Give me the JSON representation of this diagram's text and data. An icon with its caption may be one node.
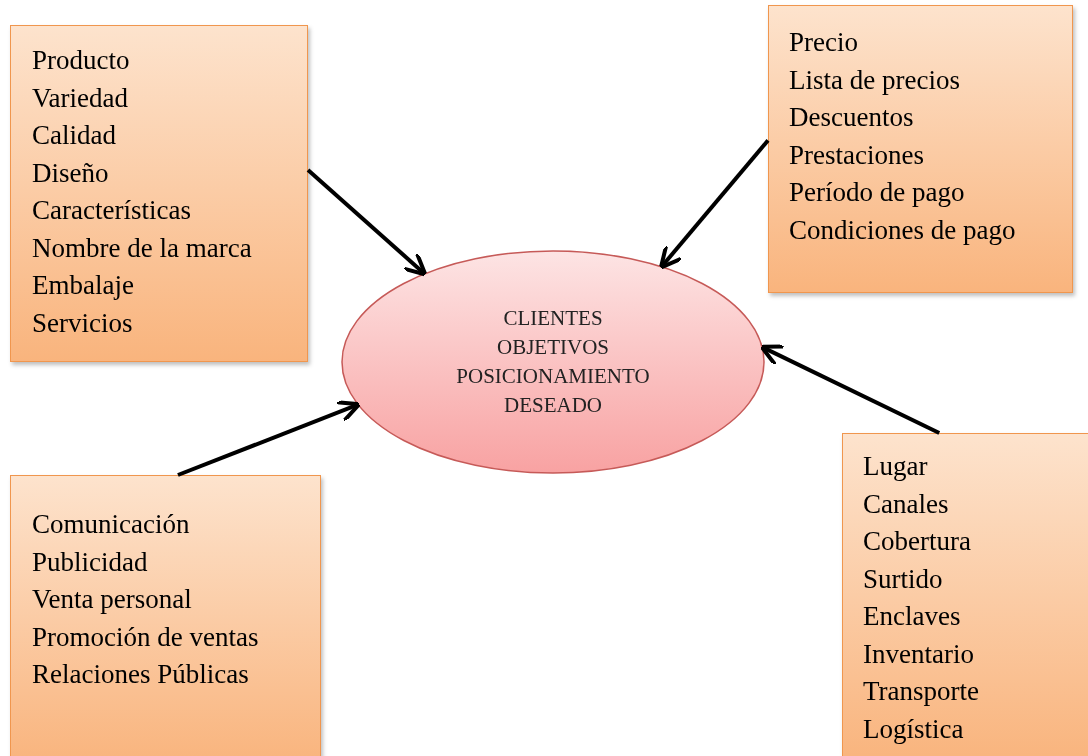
{
  "diagram": {
    "nodes": [
      {
        "text": [
          "Producto",
          "Variedad",
          "Calidad",
          "Diseño",
          "Características",
          "Nombre de la marca",
          "Embalaje",
          "Servicios"
        ]
      },
      {
        "text": [
          "Precio",
          "Lista de precios",
          "Descuentos",
          "Prestaciones",
          "Período de pago",
          "Condiciones de pago"
        ]
      },
      {
        "text": [
          "CLIENTES OBJETIVOS POSICIONAMIENTO DESEADO"
        ]
      },
      {
        "text": [
          "Comunicación",
          "Publicidad",
          "Venta personal",
          "Promoción de ventas",
          "Relaciones Públicas"
        ]
      },
      {
        "text": [
          "Lugar",
          "Canales",
          "Cobertura",
          "Surtido",
          "Enclaves",
          "Inventario",
          "Transporte",
          "Logística"
        ]
      }
    ],
    "edges": [
      {
        "from": 0,
        "to": 2,
        "arrow": "to"
      },
      {
        "from": 1,
        "to": 2,
        "arrow": "to"
      },
      {
        "from": 3,
        "to": 2,
        "arrow": "to"
      },
      {
        "from": 4,
        "to": 2,
        "arrow": "to"
      }
    ]
  }
}
